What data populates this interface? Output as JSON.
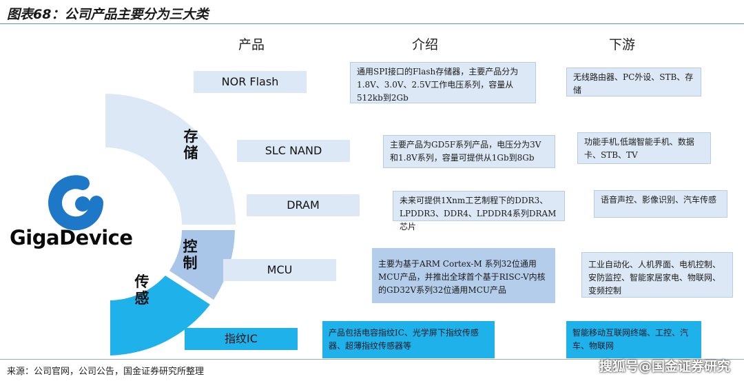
{
  "title": "图表68：公司产品主要分为三大类",
  "columns": {
    "product": "产品",
    "intro": "介绍",
    "downstream": "下游"
  },
  "logo": {
    "text": "GigaDevice",
    "color": "#1e78c8"
  },
  "categories": [
    {
      "label": "存储",
      "color": "#dce8f5"
    },
    {
      "label": "控制",
      "color": "#a9c6e8"
    },
    {
      "label": "传感",
      "color": "#1fb1ea"
    }
  ],
  "products": [
    {
      "name": "NOR Flash",
      "intro": "通用SPI接口的Flash存储器，主要产品分为1.8V、3.0V、2.5V工作电压系列，容量从512kb到2Gb",
      "downstream": "无线路由器、PC外设、STB、存储"
    },
    {
      "name": "SLC NAND",
      "intro": "主要产品为GD5F系列产品，电压分为3V和1.8V系列，容量可提供从1Gb到8Gb",
      "downstream": "功能手机,低端智能手机、数据卡、STB、TV"
    },
    {
      "name": "DRAM",
      "intro": "未来可提供1Xnm工艺制程下的DDR3、LPDDR3、DDR4、LPDDR4系列DRAM 芯片",
      "downstream": "语音声控、影像识别、汽车传感"
    },
    {
      "name": "MCU",
      "intro": "主要为基于ARM Cortex-M 系列32位通用MCU产品，并推出全球首个基于RISC-V内核的GD32V系列32位通用MCU产品",
      "downstream": "工业自动化、人机界面、电机控制、安防监控、智能家居家电、物联网、变频控制"
    },
    {
      "name": "指纹IC",
      "intro": "产品包括电容指纹IC、光学屏下指纹传感器、超薄指纹传感器等",
      "downstream": "智能移动互联网终端、工控、汽车、物联网"
    }
  ],
  "source": "来源：公司官网，公司公告，国金证券研究所整理",
  "watermark": "搜狐号@国金证券研究"
}
